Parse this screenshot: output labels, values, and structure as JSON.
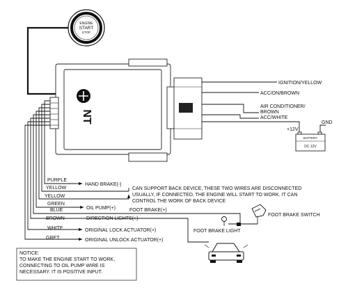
{
  "button": {
    "line1": "ENGINE",
    "line2": "START",
    "line3": "STOP"
  },
  "module": {
    "logo": "NT"
  },
  "right_labels": {
    "ignition": "IGNITION/YELLOW",
    "acc_brown": "ACC/ON/BROWN",
    "air_conditioner": "AIR CONDITIONER/",
    "brown": "BROWN",
    "acc_white": "ACC/WHITE",
    "plus12v": "+12V",
    "gnd": "GND",
    "battery": "BATTERY",
    "dc12v": "DC 12V"
  },
  "left_wires": {
    "purple": "PURPLE",
    "hand_brake": "HAND BRAKE(-)",
    "yellow1": "YELLOW",
    "yellow2": "YELLOW",
    "green": "GREEN",
    "blue": "BLUE",
    "oil_pump": "OIL PUMP(+)",
    "foot_brake": "FOOT BRAKE(+)",
    "brown": "BROWN",
    "direction_lights": "DIRECTION LIGHTS(+)",
    "white": "WHITE",
    "lock": "ORIGINAL LOCK ACTUATOR(+)",
    "gret": "GRET",
    "unlock": "ORIGINAL UNLOCK ACTUATOR(+)"
  },
  "back_device_note": [
    "CAN SUPPORT BACK DEVICE, THESE TWO WIRES ARE DISCONNECTED",
    "USUALLY, IF CONNECTED, THE ENGINE WILL START TO WORK. IT CAN",
    "CONTROL THE WORK OF BACK DEVICE"
  ],
  "foot_brake_switch": "FOOT BRAKE SWITCH",
  "foot_brake_light": "FOOT BRAKE LIGHT",
  "notice": [
    "NOTICE:",
    "TO MAKE THE ENGINE START TO WORK,",
    "CONNECTING TO OIL PUMP WIRE IS",
    "NECESSARY. IT IS POSITIVE INPUT."
  ]
}
